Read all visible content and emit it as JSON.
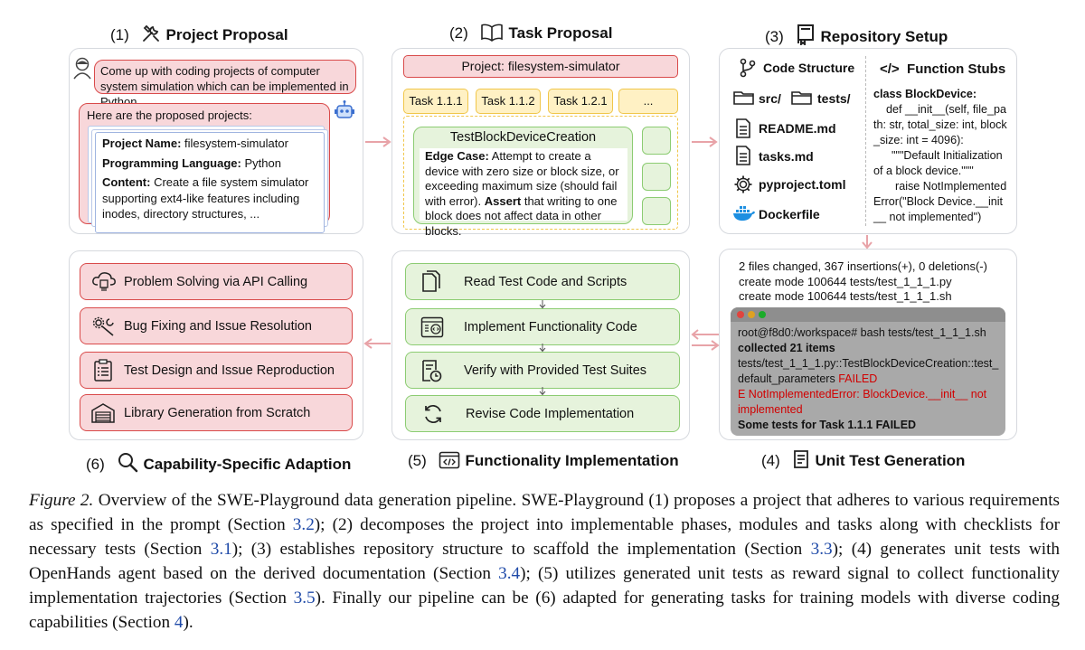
{
  "sections": {
    "s1": {
      "num": "(1)",
      "title": "Project Proposal"
    },
    "s2": {
      "num": "(2)",
      "title": "Task Proposal"
    },
    "s3": {
      "num": "(3)",
      "title": "Repository Setup"
    },
    "s4": {
      "num": "(4)",
      "title": "Unit Test Generation"
    },
    "s5": {
      "num": "(5)",
      "title": "Functionality Implementation"
    },
    "s6": {
      "num": "(6)",
      "title": "Capability-Specific Adaption"
    }
  },
  "proposal": {
    "user_prompt": "Come up with coding projects of computer system simulation which can be implemented in Python...",
    "reply_intro": "Here are the proposed projects:",
    "name_label": "Project Name:",
    "name_value": "filesystem-simulator",
    "lang_label": "Programming Language:",
    "lang_value": "Python",
    "content_label": "Content:",
    "content_value": "Create a file system simulator supporting ext4-like features including inodes, directory structures, ..."
  },
  "task": {
    "project": "Project: filesystem-simulator",
    "tasks": [
      "Task 1.1.1",
      "Task 1.1.2",
      "Task 1.2.1",
      "..."
    ],
    "test_name": "TestBlockDeviceCreation",
    "edge_label": "Edge Case:",
    "edge_text": "Attempt to create a device with zero size or block size, or exceeding maximum size (should fail with error).",
    "assert_label": "Assert",
    "assert_text": "that writing to one block does not affect data in other blocks."
  },
  "repo": {
    "code_structure": "Code Structure",
    "src": "src/",
    "tests": "tests/",
    "readme": "README.md",
    "tasks_md": "tasks.md",
    "pyproject": "pyproject.toml",
    "dockerfile": "Dockerfile",
    "stubs_title": "Function Stubs",
    "stub_lines": [
      "class BlockDevice:",
      "def __init__(self, file_pa",
      "th: str, total_size: int, block",
      "_size: int = 4096):",
      "\"\"\"Default Initialization",
      "of a block device.\"\"\"",
      "raise NotImplemented",
      "Error(\"Block Device.__init",
      "__ not implemented\")"
    ]
  },
  "unit": {
    "diff_lines": [
      "2 files changed, 367 insertions(+), 0 deletions(-)",
      "create mode 100644 tests/test_1_1_1.py",
      "create mode 100644 tests/test_1_1_1.sh"
    ],
    "term_cmd": "root@f8d0:/workspace# bash tests/test_1_1_1.sh",
    "term_collected": "collected 21 items",
    "term_test": "tests/test_1_1_1.py::TestBlockDeviceCreation::test_",
    "term_test2": "default_parameters",
    "term_failed": "FAILED",
    "term_error": "E   NotImplementedError: BlockDevice.__init__ not",
    "term_error2": "implemented",
    "term_summary": "Some tests for Task 1.1.1 FAILED"
  },
  "impl": {
    "steps": [
      "Read Test Code and Scripts",
      "Implement Functionality Code",
      "Verify with Provided Test Suites",
      "Revise Code Implementation"
    ]
  },
  "adapt": {
    "items": [
      "Problem Solving via API Calling",
      "Bug Fixing and Issue Resolution",
      "Test Design and Issue Reproduction",
      "Library Generation from Scratch"
    ]
  },
  "caption": {
    "fig": "Figure 2.",
    "p1": " Overview of the SWE-Playground data generation pipeline. SWE-Playground (1) proposes a project that adheres to various requirements as specified in the prompt (Section ",
    "r1": "3.2",
    "p2": "); (2) decomposes the project into implementable phases, modules and tasks along with checklists for necessary tests (Section ",
    "r2": "3.1",
    "p3": "); (3) establishes repository structure to scaffold the implementation (Section ",
    "r3": "3.3",
    "p4": "); (4) generates unit tests with OpenHands agent based on the derived documentation (Section ",
    "r4": "3.4",
    "p5": "); (5) utilizes generated unit tests as reward signal to collect functionality implementation trajectories (Section ",
    "r5": "3.5",
    "p6": "). Finally our pipeline can be (6) adapted for generating tasks for training models with diverse coding capabilities (Section ",
    "r6": "4",
    "p7": ")."
  },
  "colors": {
    "red_fill": "#f8d7da",
    "red_border": "#d94a4a",
    "green_fill": "#e6f3dc",
    "green_border": "#8ccc72",
    "yellow_fill": "#fff1c4",
    "arrow": "#e8a3a8",
    "link": "#1f4aa8"
  }
}
